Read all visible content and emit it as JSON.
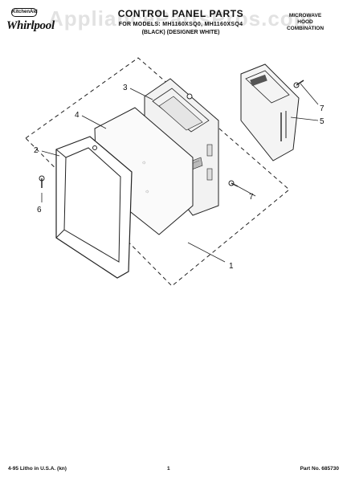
{
  "header": {
    "logo_badge": "KitchenAid",
    "logo_word": "Whirlpool",
    "title": "CONTROL PANEL PARTS",
    "subtitle": "FOR MODELS: MH1160XSQ0, MH1160XSQ4",
    "subtitle2": "(BLACK)   (DESIGNER WHITE)",
    "product_lines": [
      "MICROWAVE",
      "HOOD",
      "COMBINATION"
    ],
    "watermark": "AppliancePartsPros.com"
  },
  "callouts": [
    "1",
    "2",
    "3",
    "4",
    "5",
    "6",
    "7",
    "7"
  ],
  "footer": {
    "left": "4-95 Litho in U.S.A. (kn)",
    "center": "1",
    "right": "Part No. 685730"
  }
}
